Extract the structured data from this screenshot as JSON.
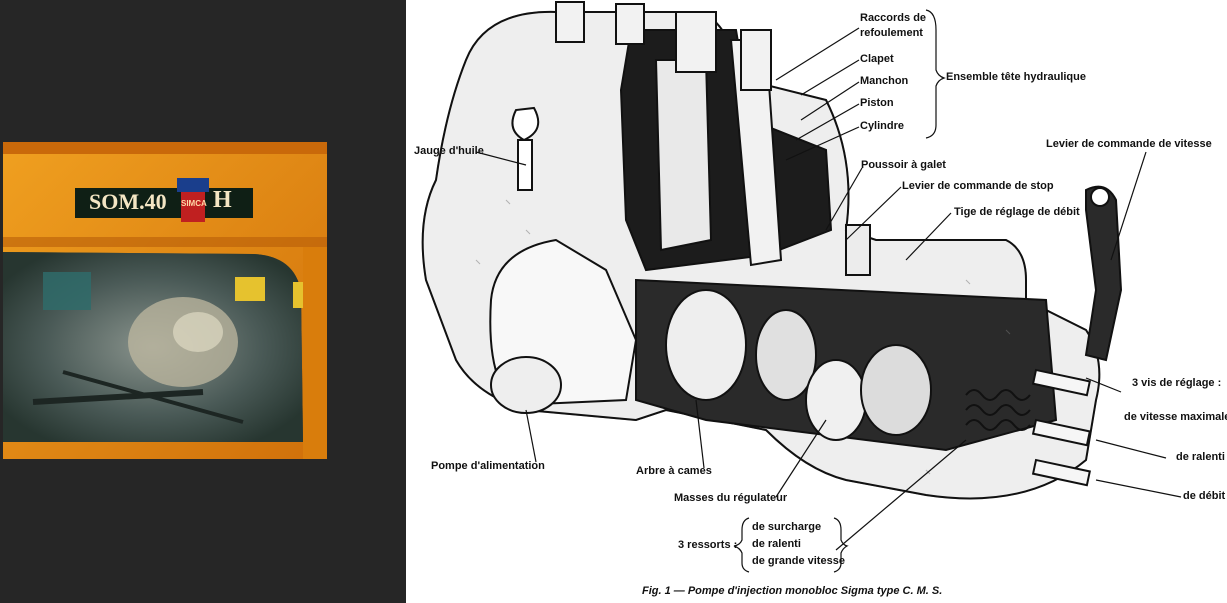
{
  "photo": {
    "badge_text": "SOM.40",
    "badge_suffix": "H",
    "brand_mark": "SIMCA"
  },
  "diagram": {
    "labels": {
      "raccords": [
        "Raccords de",
        "refoulement"
      ],
      "clapet": "Clapet",
      "manchon": "Manchon",
      "piston": "Piston",
      "cylindre": "Cylindre",
      "ensemble": "Ensemble tête hydraulique",
      "jauge": "Jauge d'huile",
      "levier_vitesse": "Levier de commande de vitesse",
      "poussoir": "Poussoir à galet",
      "levier_stop": "Levier de commande de stop",
      "tige": "Tige de réglage de débit",
      "vis_reglage": "3 vis de réglage :",
      "vitesse_max": "de vitesse maximale",
      "ralenti_vis": "de ralenti",
      "debit_vis": "de débit",
      "pompe_alim": "Pompe d'alimentation",
      "arbre": "Arbre à cames",
      "masses": "Masses du régulateur",
      "ressorts": "3 ressorts :",
      "surcharge": "de surcharge",
      "ralenti_ressort": "de ralenti",
      "grande_vitesse": "de grande vitesse"
    },
    "caption": "Fig. 1 — Pompe d'injection monobloc Sigma type C. M. S."
  },
  "colors": {
    "background": "#262626",
    "tractor_orange": "#e0860e",
    "ink": "#111111",
    "paper": "#ffffff"
  }
}
